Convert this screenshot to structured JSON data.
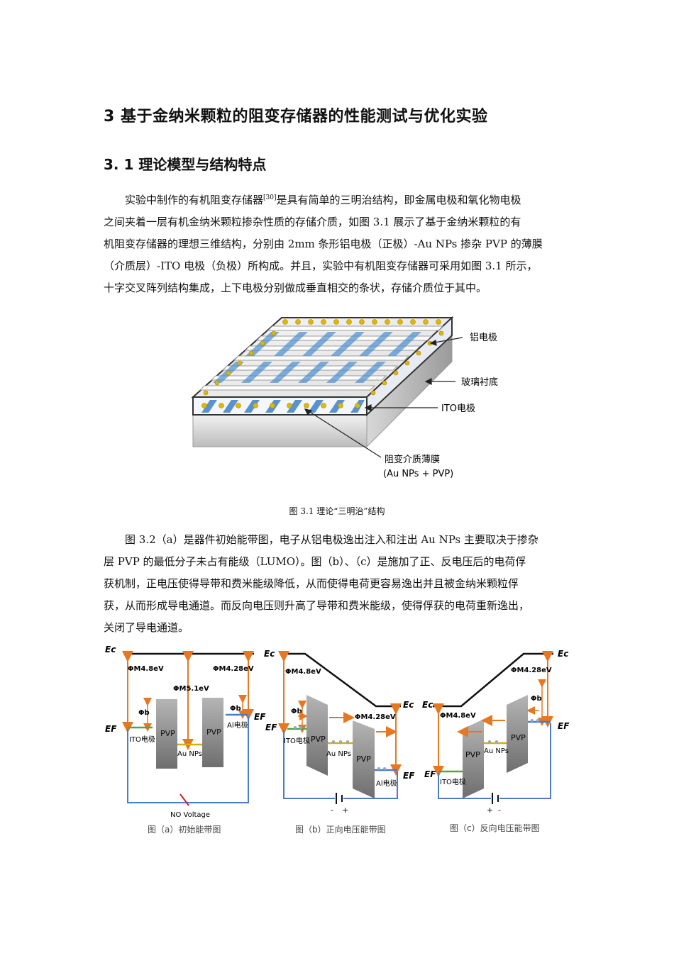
{
  "chapter_title": "3 基于金纳米颗粒的阻变存储器的性能测试与优化实验",
  "section_title": "3. 1 理论模型与结构特点",
  "paragraph1": {
    "lines": [
      "实验中制作的有机阻变存储器",
      "是具有简单的三明治结构，即金属电极和氧化物电极",
      "之间夹着一层有机金纳米颗粒掺杂性质的存储介质，如图 3.1 展示了基于金纳米颗粒的有",
      "机阻变存储器的理想三维结构，分别由 2mm 条形铝电极（正极）-Au NPs 掺杂 PVP 的薄膜",
      "（介质层）-ITO 电极（负极）所构成。并且，实验中有机阻变存储器可采用如图 3.1 所示，",
      "十字交叉阵列结构集成，上下电极分别做成垂直相交的条状，存储介质位于其中。"
    ],
    "citation": "[30]"
  },
  "figure1": {
    "labels": {
      "al_electrode": "铝电极",
      "glass_substrate": "玻璃衬底",
      "ito_electrode": "ITO电极",
      "medium": "阻变介质薄膜",
      "medium_sub": "(Au NPs + PVP)"
    },
    "caption": "图 3.1 理论“三明治”结构"
  },
  "paragraph2": {
    "lines": [
      "图 3.2（a）是器件初始能带图，电子从铝电极逸出注入和注出 Au NPs 主要取决于掺杂",
      "层 PVP 的最低分子未占有能级（LUMO）。图（b）、（c）是施加了正、反电压后的电荷俘",
      "获机制，正电压使得导带和费米能级降低，从而使得电荷更容易逸出并且被金纳米颗粒俘",
      "获，从而形成导电通道。而反向电压则升高了导带和费米能级，使得俘获的电荷重新逸出，",
      "关闭了导电通道。"
    ]
  },
  "figure2": {
    "panel_a": {
      "ec": "Ec",
      "ef": "EF",
      "phi_m_left": "ΦM4.8eV",
      "phi_m_mid": "ΦM5.1eV",
      "phi_m_right": "ΦM4.28eV",
      "phi_b": "Φb",
      "ito": "ITO电极",
      "pvp": "PVP",
      "au": "Au NPs",
      "al": "Al电极",
      "voltage": "NO Voltage",
      "caption": "图（a）初始能带图"
    },
    "panel_b": {
      "ec": "Ec",
      "ef": "EF",
      "phi_m_left": "ΦM4.8eV",
      "phi_m_right": "ΦM4.28eV",
      "phi_b": "Φb",
      "ito": "ITO电极",
      "pvp": "PVP",
      "au": "Au NPs",
      "al": "Al电极",
      "polarity_minus": "-",
      "polarity_plus": "+",
      "caption": "图（b）正向电压能带图"
    },
    "panel_c": {
      "ec": "Ec",
      "ef": "EF",
      "phi_m_left": "ΦM4.8eV",
      "phi_m_right": "ΦM4.28eV",
      "phi_b": "Φb",
      "ito": "ITO电极",
      "pvp": "PVP",
      "au": "Au NPs",
      "polarity_plus": "+",
      "polarity_minus": "-",
      "caption": "图（c）反向电压能带图"
    },
    "colors": {
      "band_arrow": "#e87722",
      "circuit": "#4a7cc9",
      "ito_line": "#4aa84a",
      "au_line": "#d4b000"
    }
  }
}
